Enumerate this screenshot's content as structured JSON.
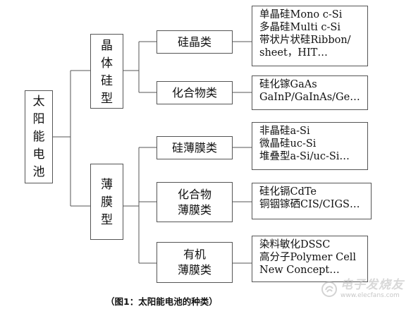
{
  "root": {
    "chars": [
      "太",
      "阳",
      "能",
      "电",
      "池"
    ]
  },
  "branches": {
    "crystal": {
      "chars": [
        "晶",
        "体",
        "硅",
        "型"
      ]
    },
    "film": {
      "chars": [
        "薄",
        "膜",
        "型"
      ]
    }
  },
  "categories": {
    "silicon_crystal": {
      "lines": [
        "硅晶类"
      ]
    },
    "compound": {
      "lines": [
        "化合物类"
      ]
    },
    "silicon_film": {
      "lines": [
        "硅薄膜类"
      ]
    },
    "compound_film": {
      "lines": [
        "化合物",
        "薄膜类"
      ]
    },
    "organic_film": {
      "lines": [
        "有机",
        "薄膜类"
      ]
    }
  },
  "leaves": {
    "silicon_crystal": [
      "单晶硅Mono c-Si",
      "多晶硅Multi c-Si",
      "带状片状硅Ribbon/",
      "sheet，HIT…"
    ],
    "compound": [
      "硅化镓GaAs",
      "GaInP/GaInAs/Ge…"
    ],
    "silicon_film": [
      "非晶硅a-Si",
      "微晶硅uc-Si",
      "堆叠型a-Si/uc-Si…"
    ],
    "compound_film": [
      "硅化镉CdTe",
      "铜铟镓硒CIS/CIGS…"
    ],
    "organic_film": [
      "染料敏化DSSC",
      "高分子Polymer Cell",
      "New Concept…"
    ]
  },
  "caption": "（图1：太阳能电池的种类）",
  "watermark": {
    "title": "电子发烧友",
    "url": "www.elecfans.com",
    "logo": "elecfans-logo-icon"
  }
}
